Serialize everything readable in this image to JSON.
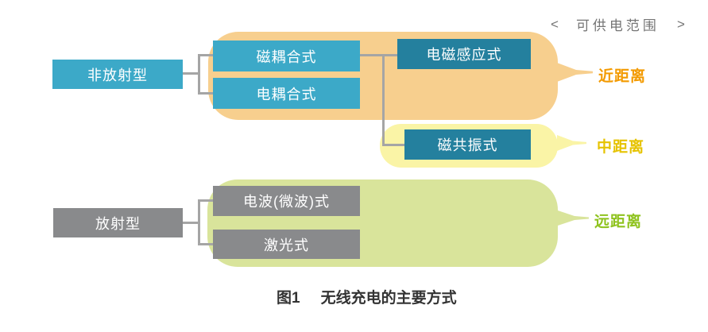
{
  "header": {
    "left_arrow": "<",
    "label": "可供电范围",
    "right_arrow": ">"
  },
  "tree": {
    "non_radiative": {
      "label": "非放射型"
    },
    "magnetic_coupling": {
      "label": "磁耦合式"
    },
    "electric_coupling": {
      "label": "电耦合式"
    },
    "electromagnetic_induction": {
      "label": "电磁感应式"
    },
    "magnetic_resonance": {
      "label": "磁共振式"
    },
    "radiative": {
      "label": "放射型"
    },
    "radio_wave": {
      "label": "电波(微波)式"
    },
    "laser": {
      "label": "激光式"
    }
  },
  "ranges": {
    "near": {
      "label": "近距离",
      "color": "#F39A00"
    },
    "mid": {
      "label": "中距离",
      "color": "#E6C300"
    },
    "far": {
      "label": "远距离",
      "color": "#8FC31F"
    }
  },
  "caption": {
    "figure_no": "图1",
    "title": "无线充电的主要方式"
  },
  "colors": {
    "cyan_box": "#3CA9C8",
    "teal_box": "#24809E",
    "gray_box": "#898A8C",
    "orange_group": "#F7CF8E",
    "yellow_group": "#FAF4A6",
    "green_group": "#D9E49B",
    "connector": "#A5A5A5",
    "header_text": "#757575",
    "caption_text": "#333333"
  }
}
